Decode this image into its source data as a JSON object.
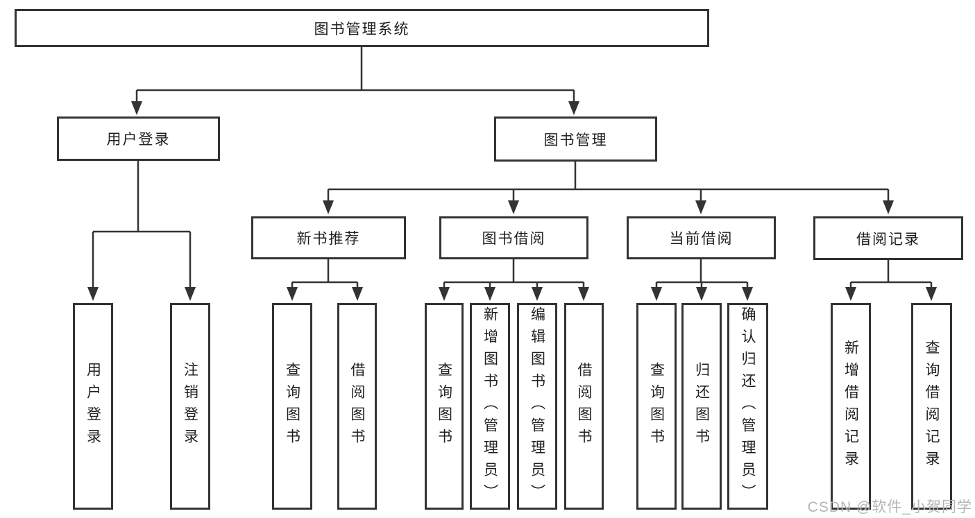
{
  "diagram": {
    "root": "图书管理系统",
    "branches": [
      {
        "label": "用户登录",
        "children": [
          "用户登录",
          "注销登录"
        ]
      },
      {
        "label": "图书管理",
        "groups": [
          {
            "label": "新书推荐",
            "children": [
              "查询图书",
              "借阅图书"
            ]
          },
          {
            "label": "图书借阅",
            "children": [
              "查询图书",
              "新增图书（管理员）",
              "编辑图书（管理员）",
              "借阅图书"
            ]
          },
          {
            "label": "当前借阅",
            "children": [
              "查询图书",
              "归还图书",
              "确认归还（管理员）"
            ]
          },
          {
            "label": "借阅记录",
            "children": [
              "新增借阅记录",
              "查询借阅记录"
            ]
          }
        ]
      }
    ]
  },
  "watermark": "CSDN @软件_小贺同学",
  "colors": {
    "line": "#333333",
    "box_border": "#333333",
    "text": "#1f1f1f",
    "watermark": "#b5b5b5",
    "background": "#ffffff"
  }
}
